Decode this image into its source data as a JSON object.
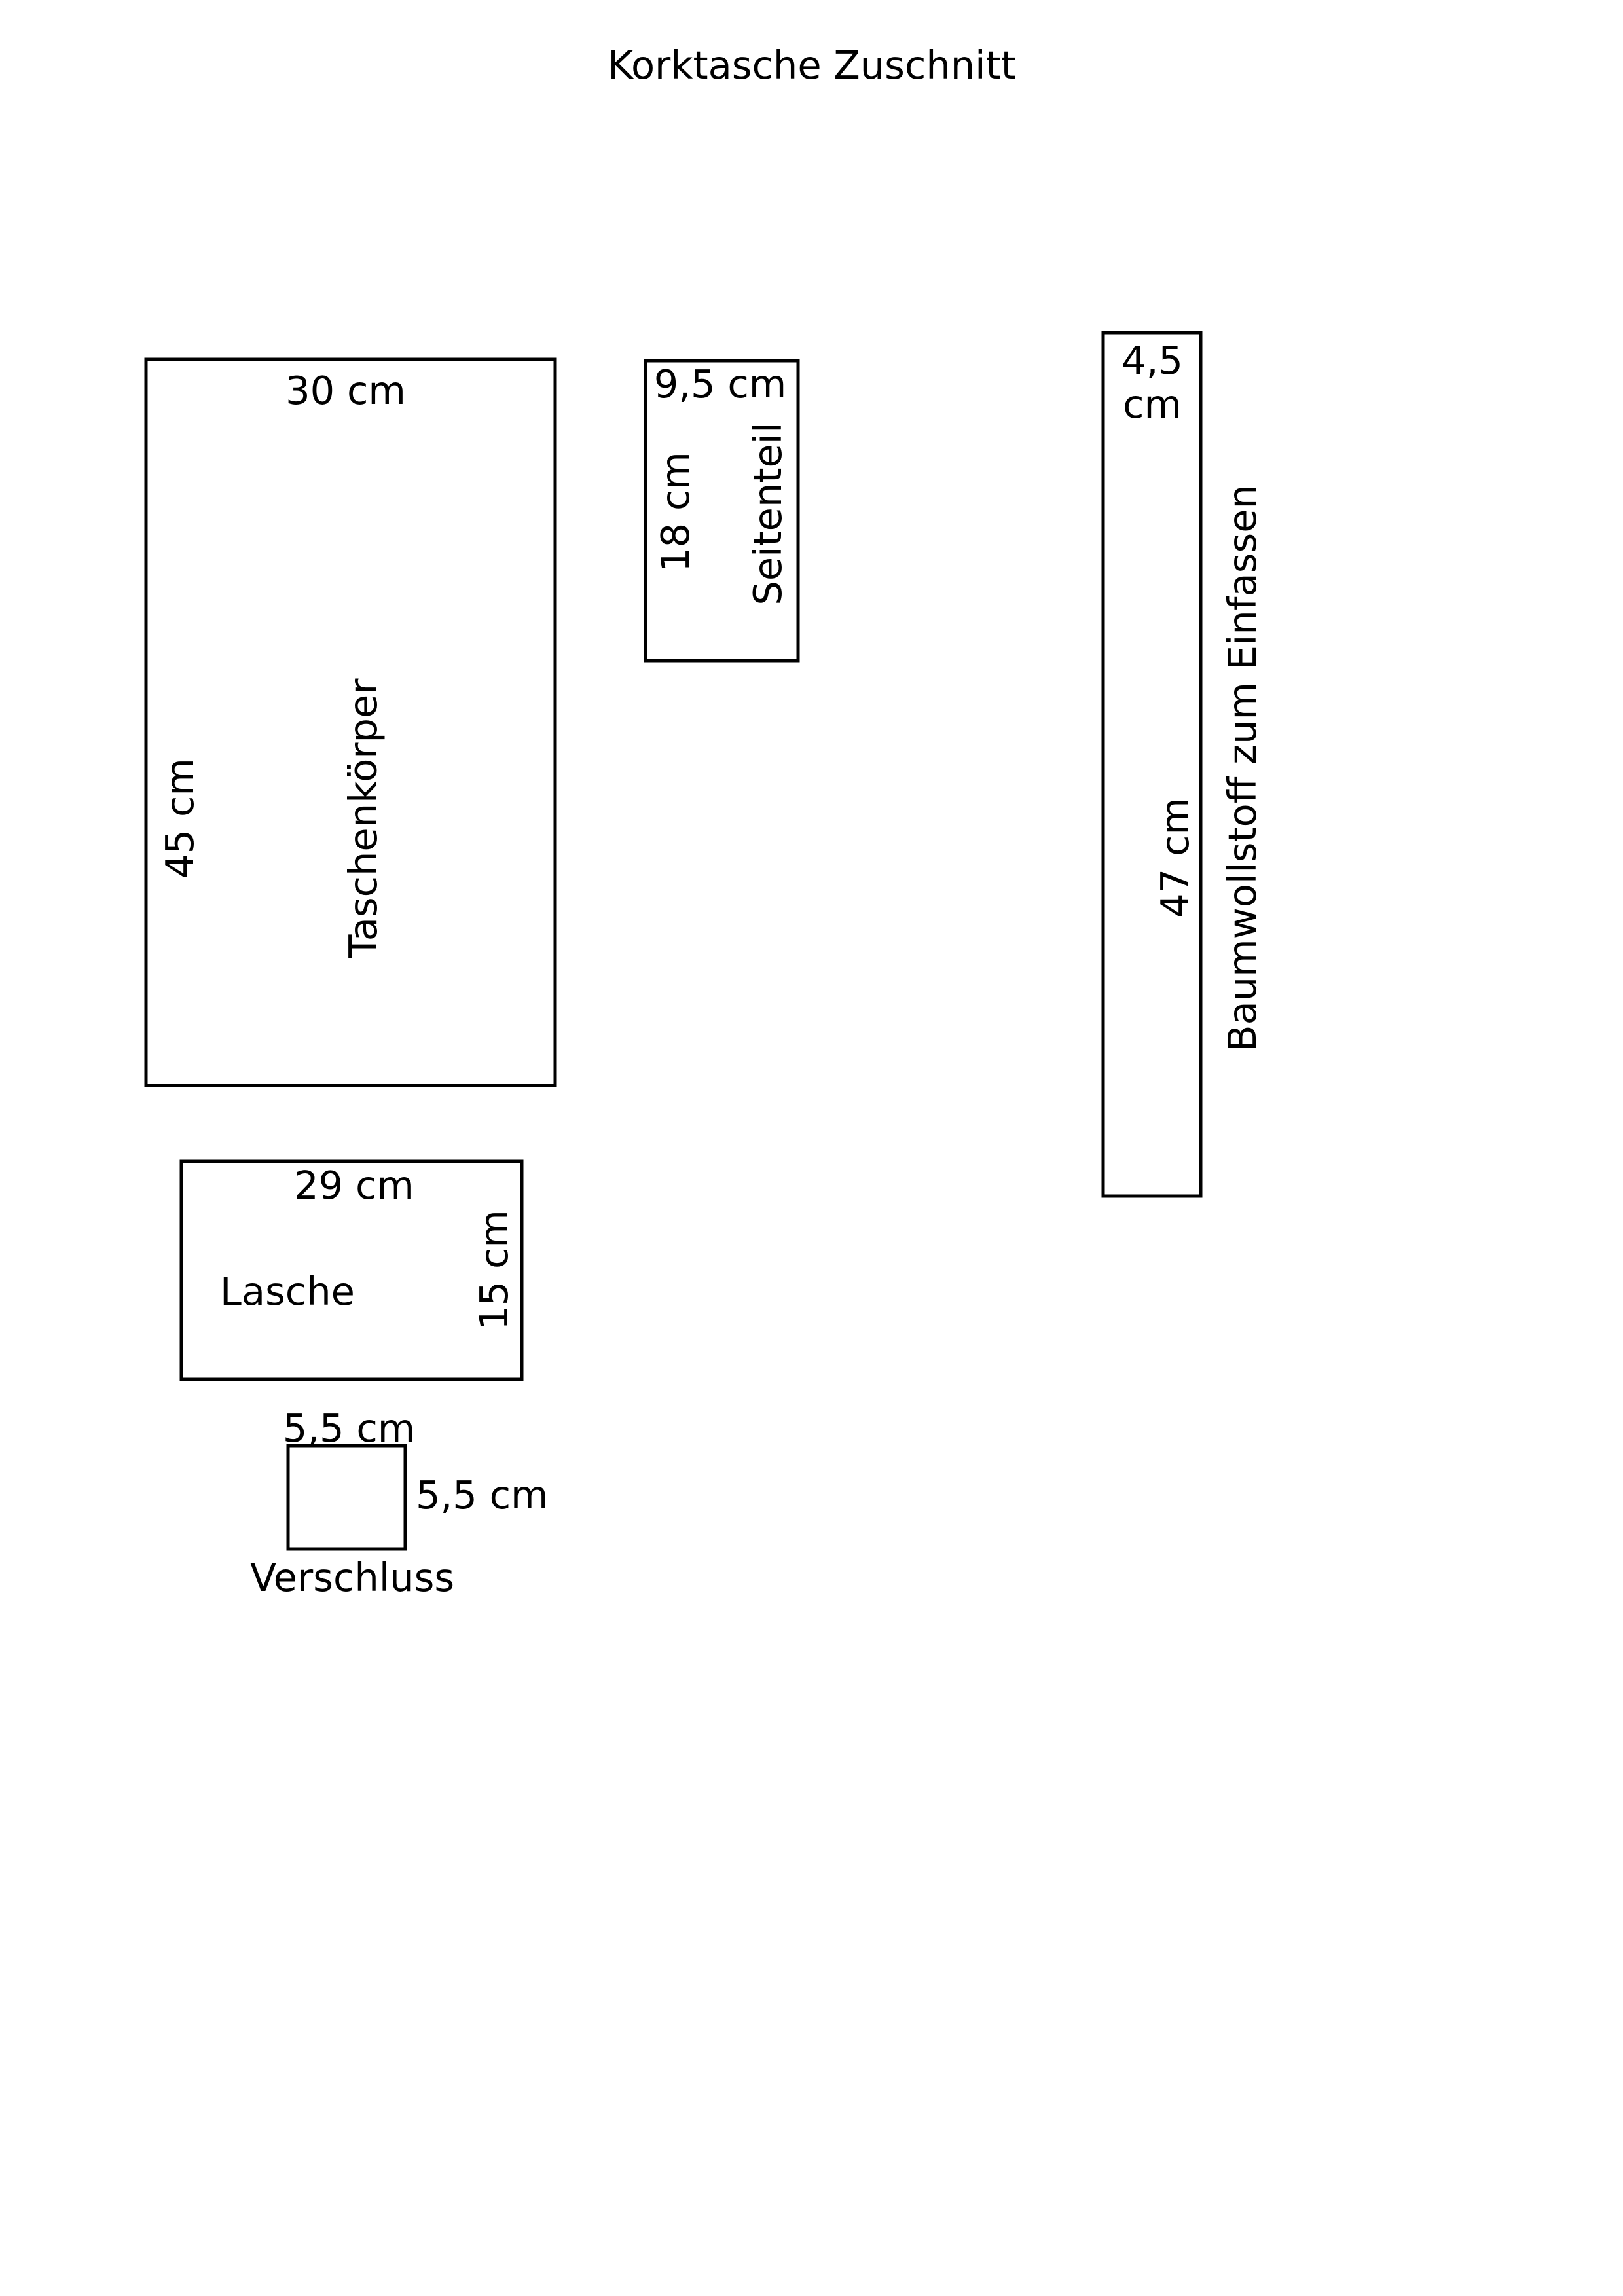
{
  "title": "Korktasche Zuschnitt",
  "pieces": {
    "taschenkoerper": {
      "name": "Taschenkörper",
      "width_label": "30 cm",
      "height_label": "45 cm"
    },
    "seitenteil": {
      "name": "Seitenteil",
      "width_label": "9,5 cm",
      "height_label": "18 cm"
    },
    "einfassung": {
      "name": "Baumwollstoff zum Einfassen",
      "width_label_line1": "4,5",
      "width_label_line2": "cm",
      "height_label": "47 cm"
    },
    "lasche": {
      "name": "Lasche",
      "width_label": "29 cm",
      "height_label": "15 cm"
    },
    "verschluss": {
      "name": "Verschluss",
      "width_label": "5,5 cm",
      "height_label": "5,5 cm"
    }
  },
  "colors": {
    "stroke": "#000000",
    "background": "#ffffff"
  }
}
